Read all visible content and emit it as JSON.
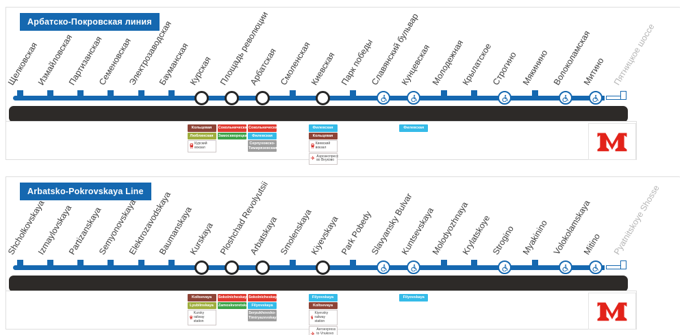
{
  "colors": {
    "line_blue": "#1568b0",
    "route_bar_black": "#2d2a28",
    "panel_border": "#dedede",
    "station_label": "#3b3b3b",
    "future_gray": "#b5b5b5",
    "metro_red": "#e2231a",
    "note_icon_red": "#d6251f",
    "badge_koltsevaya": "#8e4437",
    "badge_lyublinskaya": "#9fae3e",
    "badge_sokolnicheskaya": "#e03a30",
    "badge_zamoskvoretskaya": "#3fa44a",
    "badge_filyovskaya": "#35bbe8",
    "badge_serpukhovsko": "#9e9e9e"
  },
  "logo": {
    "name": "moscow-metro-logo"
  },
  "sections": [
    {
      "lang": "ru",
      "title": "Арбатско-Покровская линия",
      "stations": [
        {
          "name": "Щелковская",
          "type": "tick"
        },
        {
          "name": "Измайловская",
          "type": "tick"
        },
        {
          "name": "Партизанская",
          "type": "tick"
        },
        {
          "name": "Семеновская",
          "type": "tick"
        },
        {
          "name": "Электрозаводская",
          "type": "tick"
        },
        {
          "name": "Бауманская",
          "type": "tick"
        },
        {
          "name": "Курская",
          "type": "transfer"
        },
        {
          "name": "Площадь революции",
          "type": "transfer"
        },
        {
          "name": "Арбатская",
          "type": "transfer"
        },
        {
          "name": "Смоленская",
          "type": "tick"
        },
        {
          "name": "Киевская",
          "type": "transfer"
        },
        {
          "name": "Парк победы",
          "type": "tick"
        },
        {
          "name": "Славянский бульвар",
          "type": "accessible"
        },
        {
          "name": "Кунцевская",
          "type": "accessible"
        },
        {
          "name": "Молодежная",
          "type": "tick"
        },
        {
          "name": "Крылатское",
          "type": "tick"
        },
        {
          "name": "Строгино",
          "type": "accessible"
        },
        {
          "name": "Мякинино",
          "type": "tick"
        },
        {
          "name": "Волоколамская",
          "type": "accessible"
        },
        {
          "name": "Митино",
          "type": "accessible"
        },
        {
          "name": "Пятницкое шоссе",
          "type": "future"
        }
      ],
      "legends": [
        {
          "station": 6,
          "badges": [
            {
              "label": "Кольцевая",
              "color": "badge_koltsevaya"
            },
            {
              "label": "Люблинская",
              "color": "badge_lyublinskaya"
            }
          ],
          "notes": [
            {
              "icon": "train",
              "text": "Курский вокзал"
            }
          ]
        },
        {
          "station": 7,
          "badges": [
            {
              "label": "Сокольническая",
              "color": "badge_sokolnicheskaya"
            },
            {
              "label": "Замоскворецкая",
              "color": "badge_zamoskvoretskaya"
            }
          ],
          "notes": []
        },
        {
          "station": 8,
          "badges": [
            {
              "label": "Сокольническая",
              "color": "badge_sokolnicheskaya"
            },
            {
              "label": "Филевская",
              "color": "badge_filyovskaya"
            },
            {
              "label": "Серпуховско-Тимирязевская",
              "color": "badge_serpukhovsko"
            }
          ],
          "notes": []
        },
        {
          "station": 10,
          "badges": [
            {
              "label": "Филевская",
              "color": "badge_filyovskaya"
            },
            {
              "label": "Кольцевая",
              "color": "badge_koltsevaya"
            }
          ],
          "notes": [
            {
              "icon": "train",
              "text": "Киевский вокзал"
            },
            {
              "icon": "plane",
              "text": "Аэроэкспресс во Внуково"
            }
          ]
        },
        {
          "station": 13,
          "badges": [
            {
              "label": "Филевская",
              "color": "badge_filyovskaya"
            }
          ],
          "notes": []
        }
      ]
    },
    {
      "lang": "en",
      "title": "Arbatsko-Pokrovskaya Line",
      "stations": [
        {
          "name": "Shcholkovskaya",
          "type": "tick"
        },
        {
          "name": "Izmaylovskaya",
          "type": "tick"
        },
        {
          "name": "Partizanskaya",
          "type": "tick"
        },
        {
          "name": "Semyonovskaya",
          "type": "tick"
        },
        {
          "name": "Elektrozavodskaya",
          "type": "tick"
        },
        {
          "name": "Baumanskaya",
          "type": "tick"
        },
        {
          "name": "Kurskaya",
          "type": "transfer"
        },
        {
          "name": "Ploshchad Revolyutsii",
          "type": "transfer"
        },
        {
          "name": "Arbatskaya",
          "type": "transfer"
        },
        {
          "name": "Smolenskaya",
          "type": "tick"
        },
        {
          "name": "Kiyevskaya",
          "type": "transfer"
        },
        {
          "name": "Park Pobedy",
          "type": "tick"
        },
        {
          "name": "Slavyansky Bulvar",
          "type": "accessible"
        },
        {
          "name": "Kuntsevskaya",
          "type": "accessible"
        },
        {
          "name": "Molodyozhnaya",
          "type": "tick"
        },
        {
          "name": "Krylatskoye",
          "type": "tick"
        },
        {
          "name": "Strogino",
          "type": "accessible"
        },
        {
          "name": "Myakinino",
          "type": "tick"
        },
        {
          "name": "Volokolamskaya",
          "type": "accessible"
        },
        {
          "name": "Mitino",
          "type": "accessible"
        },
        {
          "name": "Pyatnitskoye Shosse",
          "type": "future"
        }
      ],
      "legends": [
        {
          "station": 6,
          "badges": [
            {
              "label": "Koltsevaya",
              "color": "badge_koltsevaya"
            },
            {
              "label": "Lyublinskaya",
              "color": "badge_lyublinskaya"
            }
          ],
          "notes": [
            {
              "icon": "train",
              "text": "Kursky railway station"
            }
          ]
        },
        {
          "station": 7,
          "badges": [
            {
              "label": "Sokolnicheskaya",
              "color": "badge_sokolnicheskaya"
            },
            {
              "label": "Zamoskvoretskaya",
              "color": "badge_zamoskvoretskaya"
            }
          ],
          "notes": []
        },
        {
          "station": 8,
          "badges": [
            {
              "label": "Sokolnicheskaya",
              "color": "badge_sokolnicheskaya"
            },
            {
              "label": "Filyovskaya",
              "color": "badge_filyovskaya"
            },
            {
              "label": "Serpukhovsko-Timiryazevskaya",
              "color": "badge_serpukhovsko"
            }
          ],
          "notes": []
        },
        {
          "station": 10,
          "badges": [
            {
              "label": "Filyovskaya",
              "color": "badge_filyovskaya"
            },
            {
              "label": "Koltsevaya",
              "color": "badge_koltsevaya"
            }
          ],
          "notes": [
            {
              "icon": "train",
              "text": "Kiyevsky railway station"
            },
            {
              "icon": "plane",
              "text": "Aeroexpress to Vnukovo airport"
            }
          ]
        },
        {
          "station": 13,
          "badges": [
            {
              "label": "Filyovskaya",
              "color": "badge_filyovskaya"
            }
          ],
          "notes": []
        }
      ]
    }
  ]
}
